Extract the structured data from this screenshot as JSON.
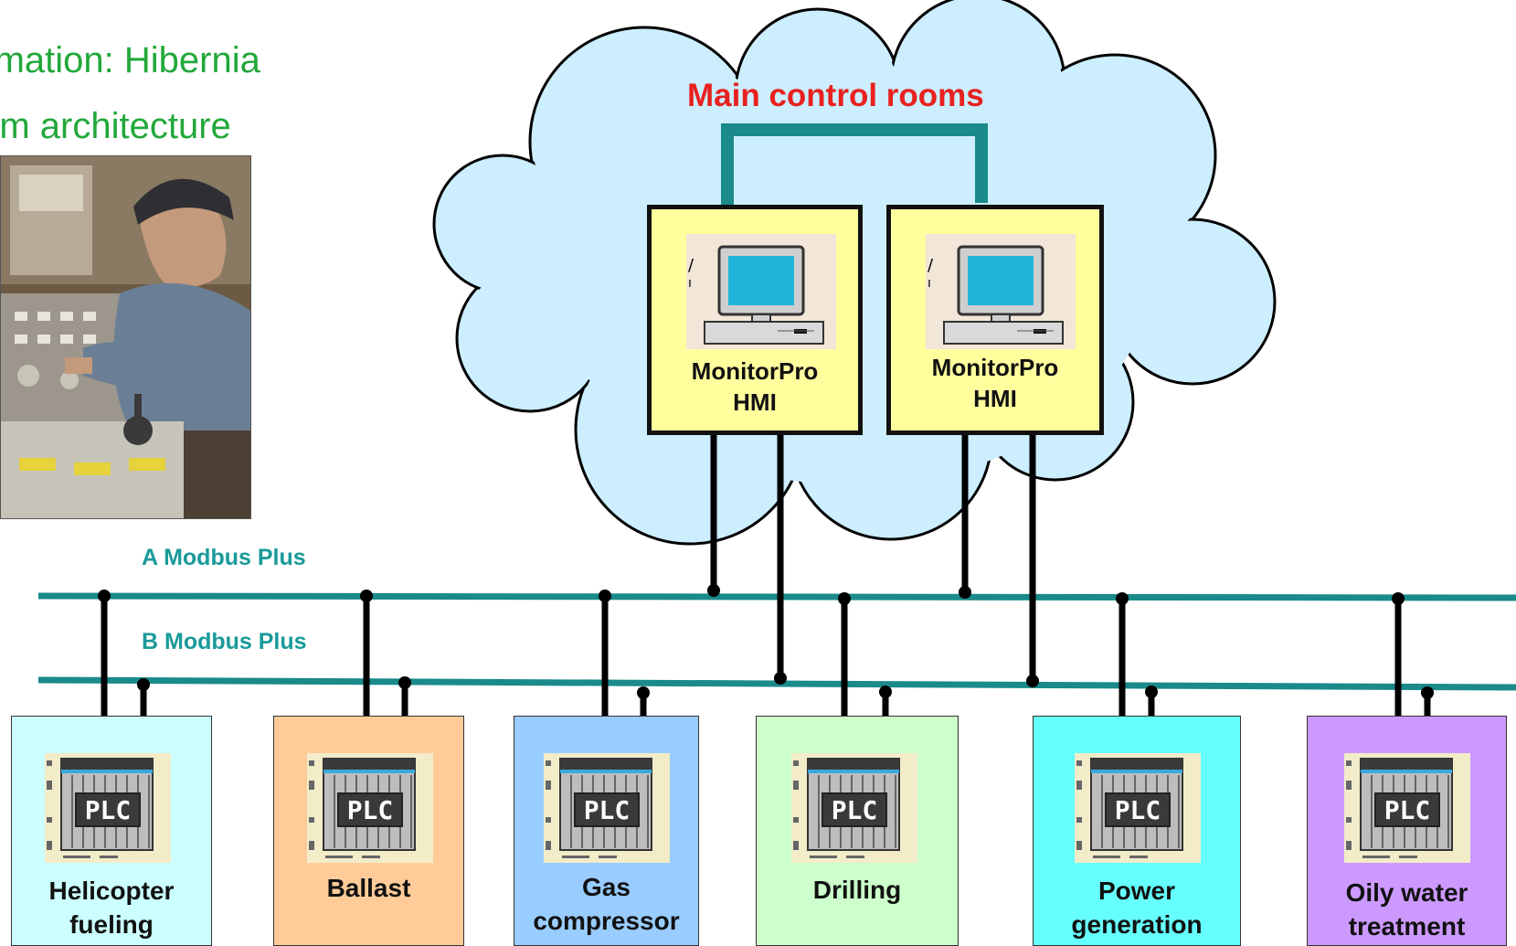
{
  "header": {
    "title_line1": "utomation: Hibernia",
    "title_line2": "stem architecture"
  },
  "cloud": {
    "label": "Main control rooms"
  },
  "hmi_nodes": [
    {
      "line1": "MonitorPro",
      "line2": "HMI"
    },
    {
      "line1": "MonitorPro",
      "line2": "HMI"
    }
  ],
  "buses": {
    "a_label": "A Modbus Plus",
    "b_label": "B Modbus Plus"
  },
  "plc_icon_text": "PLC",
  "stations": [
    {
      "line1": "Helicopter",
      "line2": "fueling",
      "color": "#ccffff"
    },
    {
      "line1": "",
      "line2": "Ballast",
      "color": "#ffcc99"
    },
    {
      "line1": "Gas",
      "line2": "compressor",
      "color": "#99ccff"
    },
    {
      "line1": "",
      "line2": "Drilling",
      "color": "#ccffcc"
    },
    {
      "line1": "Power",
      "line2": "generation",
      "color": "#66ffff"
    },
    {
      "line1": "Oily water",
      "line2": "treatment",
      "color": "#cc99ff"
    }
  ],
  "colors": {
    "title": "#22a83a",
    "cloud_fill": "#cceeff",
    "cloud_label": "#e8211f",
    "bus": "#1a8a8a",
    "hmi_fill": "#ffff9e"
  }
}
